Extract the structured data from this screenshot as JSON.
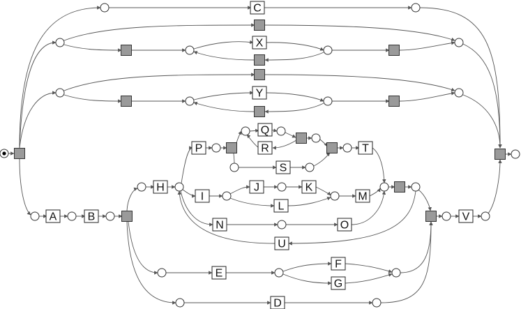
{
  "diagram": {
    "labels": {
      "A": "A",
      "B": "B",
      "C": "C",
      "D": "D",
      "E": "E",
      "F": "F",
      "G": "G",
      "H": "H",
      "I": "I",
      "J": "J",
      "K": "K",
      "L": "L",
      "M": "M",
      "N": "N",
      "O": "O",
      "P": "P",
      "Q": "Q",
      "R": "R",
      "S": "S",
      "T": "T",
      "U": "U",
      "V": "V",
      "X": "X",
      "Y": "Y"
    },
    "colors": {
      "silent_transition": "#9a9a9a",
      "final_place": "#9a9a9a",
      "token": "#000000",
      "arc": "#555555"
    }
  }
}
